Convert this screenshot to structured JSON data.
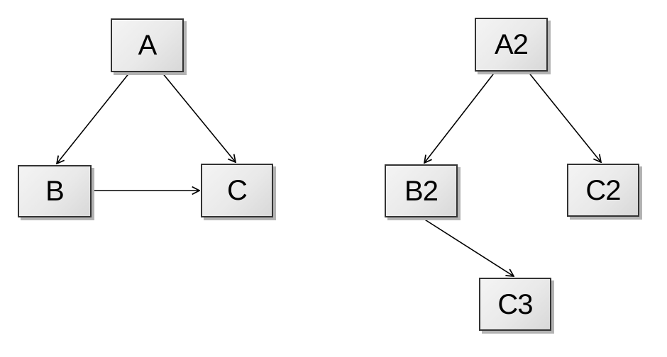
{
  "diagrams": [
    {
      "name": "triangle-graph",
      "nodes": [
        {
          "id": "A",
          "label": "A"
        },
        {
          "id": "B",
          "label": "B"
        },
        {
          "id": "C",
          "label": "C"
        }
      ],
      "edges": [
        {
          "from": "A",
          "to": "B"
        },
        {
          "from": "A",
          "to": "C"
        },
        {
          "from": "B",
          "to": "C"
        }
      ]
    },
    {
      "name": "tree-graph",
      "nodes": [
        {
          "id": "A2",
          "label": "A2"
        },
        {
          "id": "B2",
          "label": "B2"
        },
        {
          "id": "C2",
          "label": "C2"
        },
        {
          "id": "C3",
          "label": "C3"
        }
      ],
      "edges": [
        {
          "from": "A2",
          "to": "B2"
        },
        {
          "from": "A2",
          "to": "C2"
        },
        {
          "from": "B2",
          "to": "C3"
        }
      ]
    }
  ],
  "style": {
    "background": "#ffffff",
    "node_fill_light": "#f4f4f4",
    "node_fill_dark": "#d8d8d8",
    "node_border": "#333333",
    "node_shadow": "#b3b3b3",
    "edge_color": "#000000",
    "label_color": "#000000",
    "arrowhead_style": "open-arrow"
  }
}
